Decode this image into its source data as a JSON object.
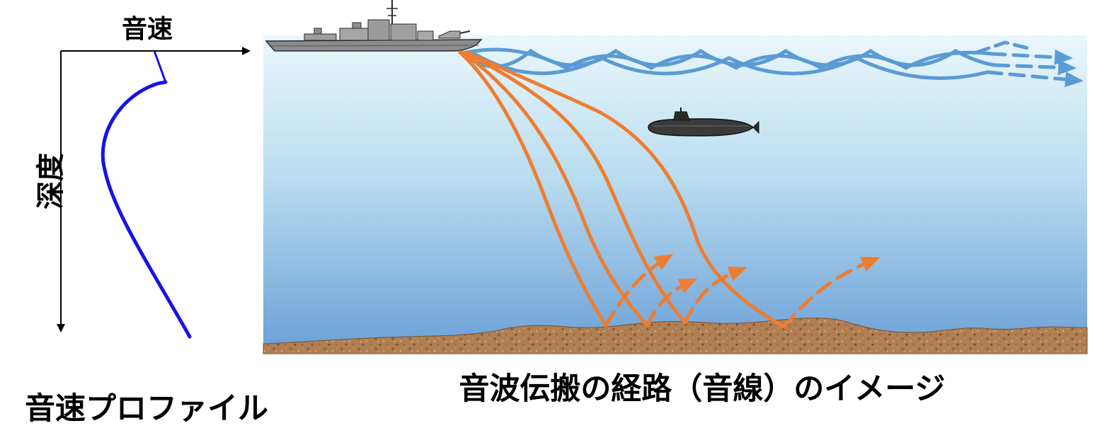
{
  "profile": {
    "axis_x_label": "音速",
    "axis_y_label": "深度",
    "caption": "音速プロファイル",
    "curve_color": "#1414e6",
    "axis_color": "#000000"
  },
  "scene": {
    "caption": "音波伝搬の経路（音線）のイメージ",
    "water_top_color": "#eaf7fc",
    "water_bottom_color": "#6a9fd6",
    "seabed_color": "#b07f52",
    "surface_ray_color": "#5a9bd5",
    "bottom_ray_color": "#ee7d31",
    "objects": [
      "destroyer-ship",
      "submarine"
    ]
  }
}
